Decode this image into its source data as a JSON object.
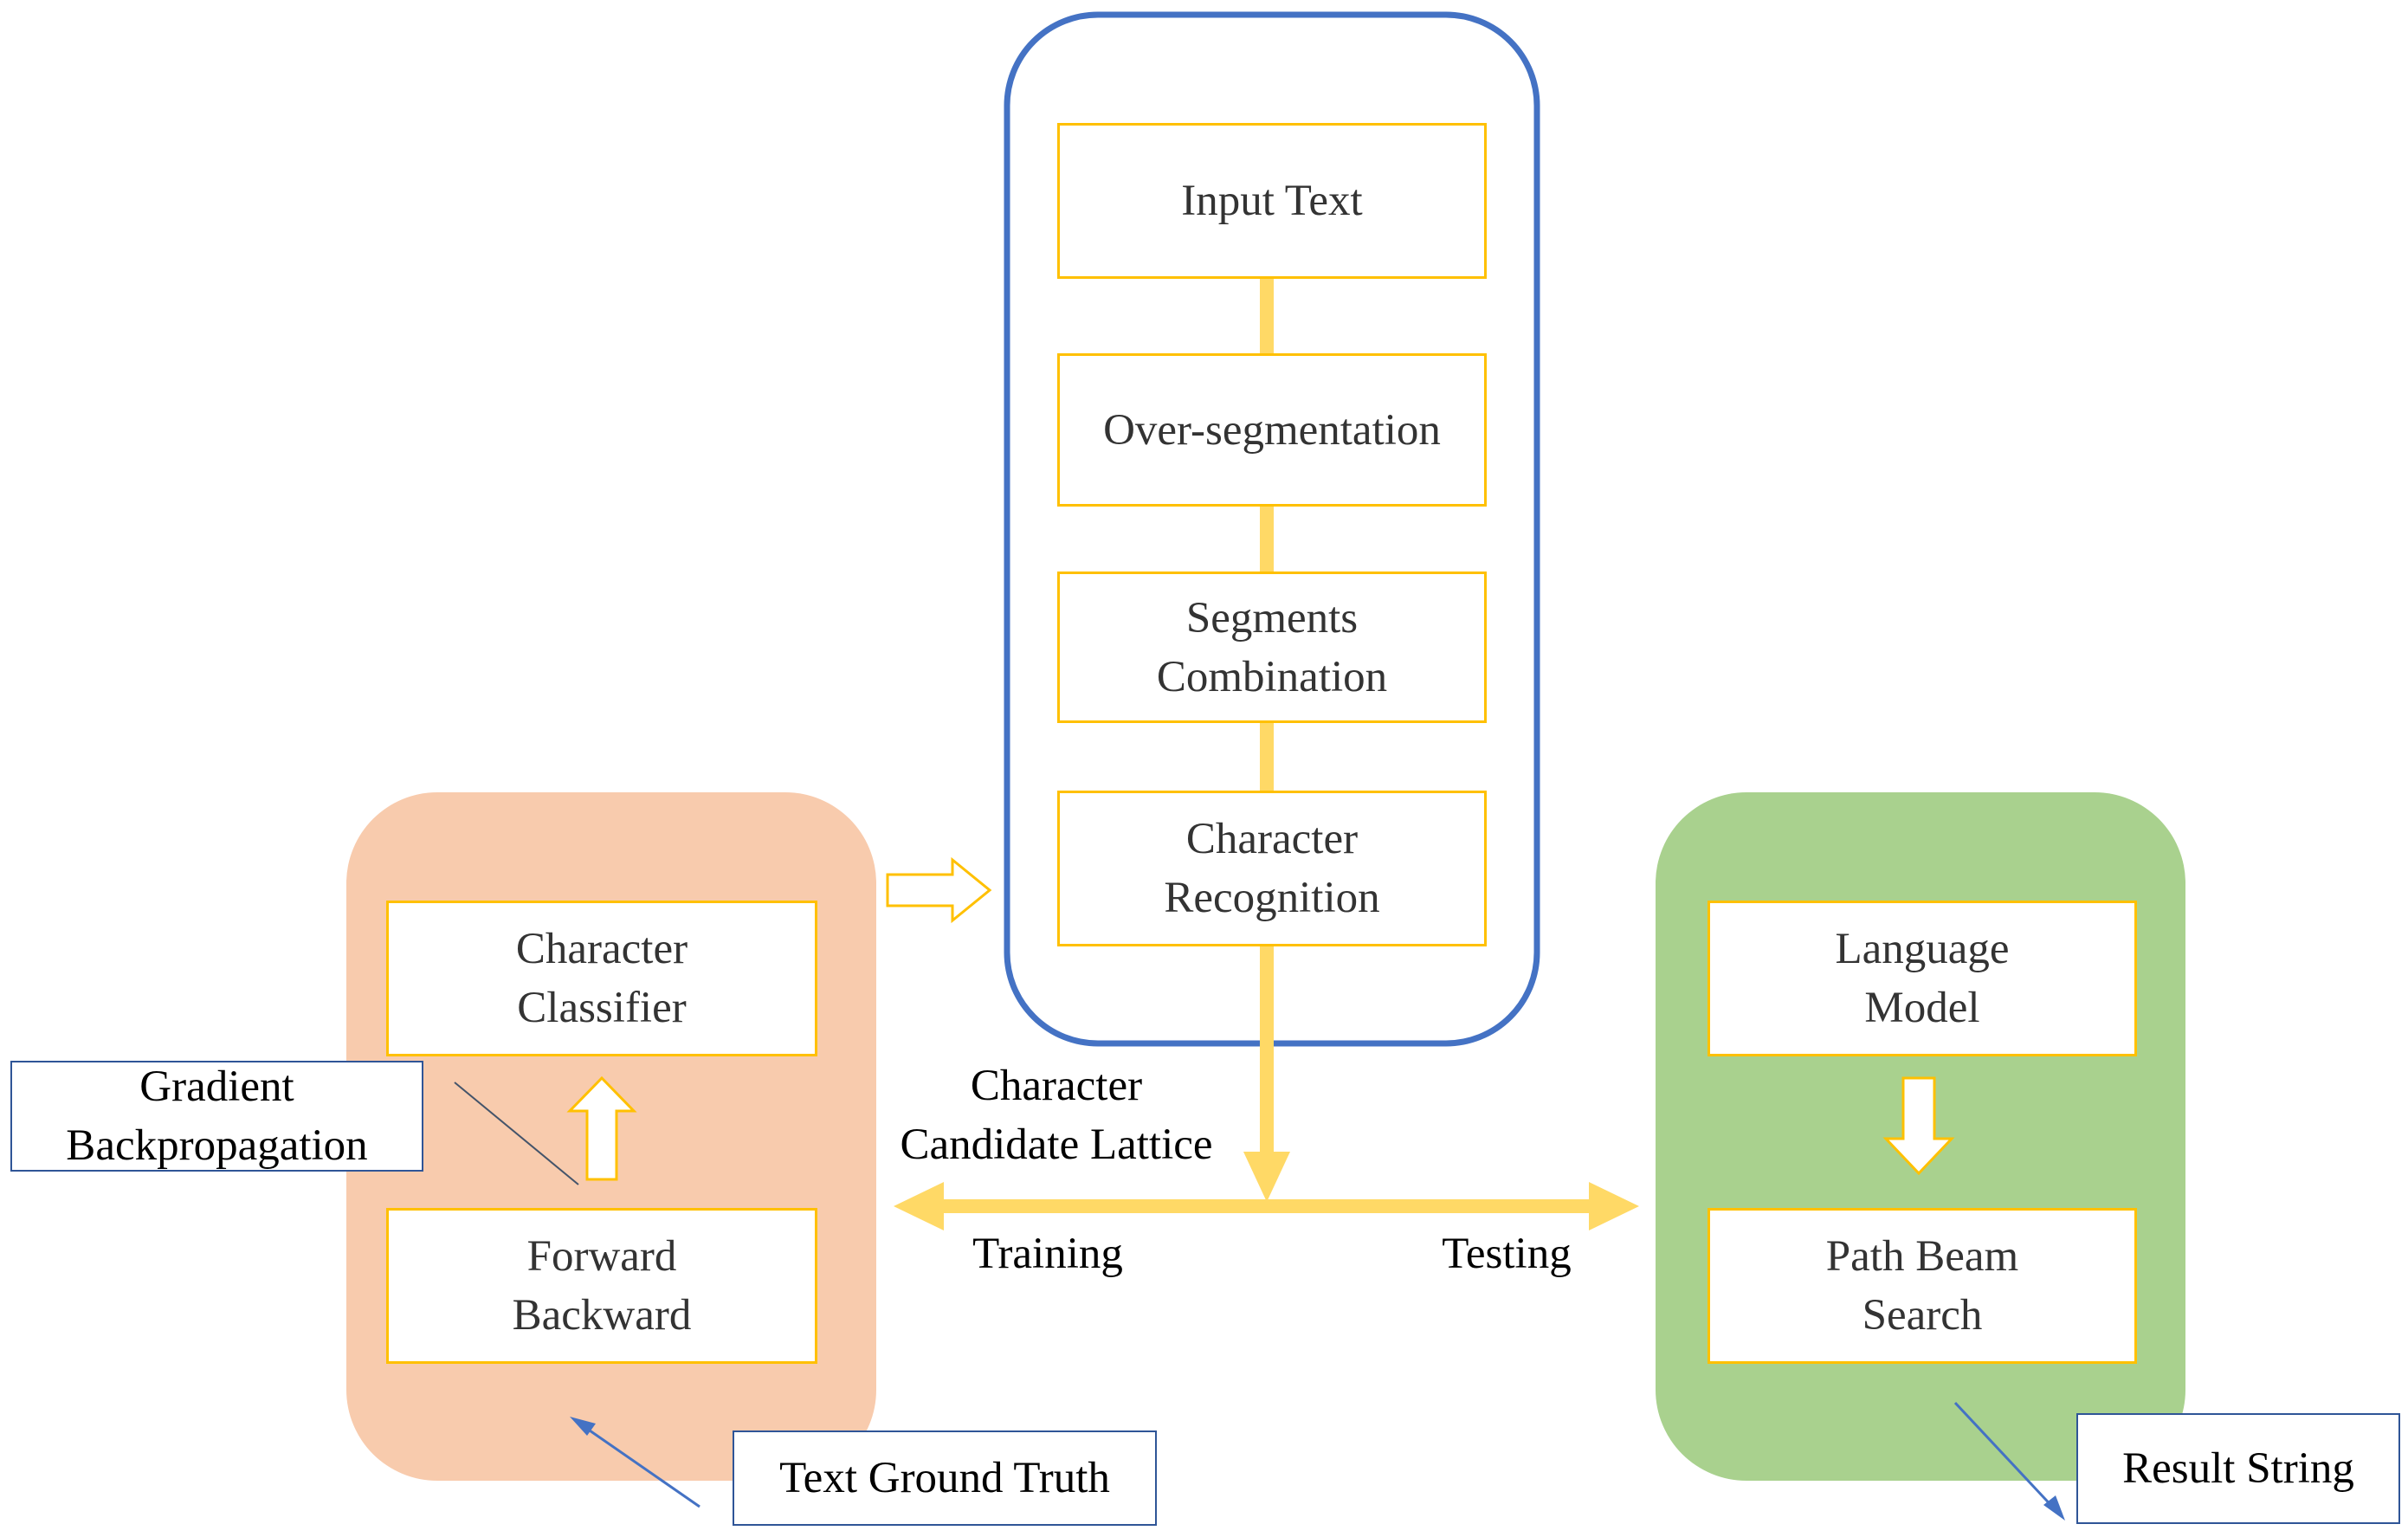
{
  "pipeline": {
    "input_text": "Input Text",
    "over_segmentation": "Over-segmentation",
    "segments_combination": [
      "Segments",
      "Combination"
    ],
    "character_recognition": [
      "Character",
      "Recognition"
    ]
  },
  "training": {
    "character_classifier": [
      "Character",
      "Classifier"
    ],
    "forward_backward": [
      "Forward",
      "Backward"
    ],
    "gradient_backpropagation": [
      "Gradient",
      "Backpropagation"
    ],
    "text_ground_truth": "Text Ground Truth"
  },
  "testing": {
    "language_model": [
      "Language",
      "Model"
    ],
    "path_beam_search": [
      "Path Beam",
      "Search"
    ],
    "result_string": "Result String"
  },
  "lattice": {
    "label": [
      "Character",
      "Candidate Lattice"
    ],
    "training_label": "Training",
    "testing_label": "Testing"
  },
  "colors": {
    "pipeline_border": "#4472C4",
    "training_panel": "#F8CBAD",
    "testing_panel": "#A9D18E",
    "arrow_yellow": "#FFD966",
    "node_border": "#FFC000",
    "callout_border": "#2F5597",
    "pointer_line": "#4472C4"
  }
}
